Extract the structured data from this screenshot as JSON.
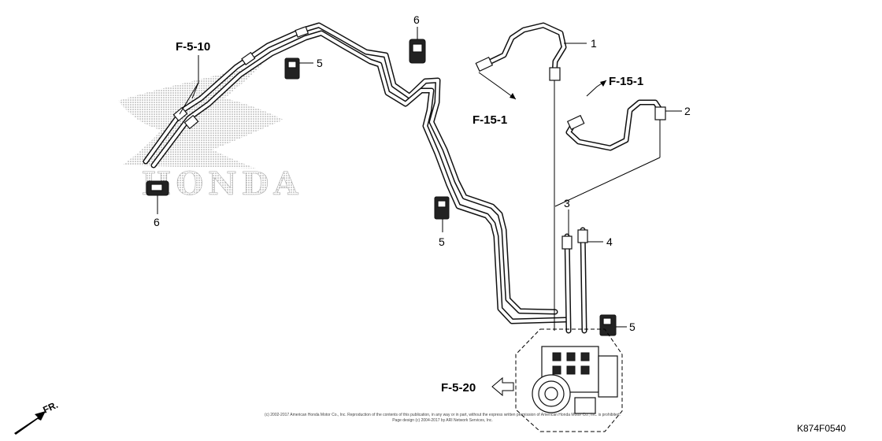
{
  "brand": {
    "logo_text": "HONDA"
  },
  "callouts": [
    {
      "id": "c1",
      "text": "1"
    },
    {
      "id": "c2",
      "text": "2"
    },
    {
      "id": "c3",
      "text": "3"
    },
    {
      "id": "c4",
      "text": "4"
    },
    {
      "id": "c5a",
      "text": "5"
    },
    {
      "id": "c5b",
      "text": "5"
    },
    {
      "id": "c5c",
      "text": "5"
    },
    {
      "id": "c6a",
      "text": "6"
    },
    {
      "id": "c6b",
      "text": "6"
    }
  ],
  "references": {
    "f510": "F-5-10",
    "f151_a": "F-15-1",
    "f151_b": "F-15-1",
    "f520": "F-5-20"
  },
  "front_marker": "FR.",
  "copyright": "(c) 2002-2017 American Honda Motor Co., Inc. Reproduction of the contents of this publication, in any way or in part, without the express written permission of American Honda Motor Co., Inc. is prohibited.",
  "copyright_2": "Page design (c) 2004-2017 by ARI Network Services, Inc.",
  "diagram_code": "K874F0540"
}
